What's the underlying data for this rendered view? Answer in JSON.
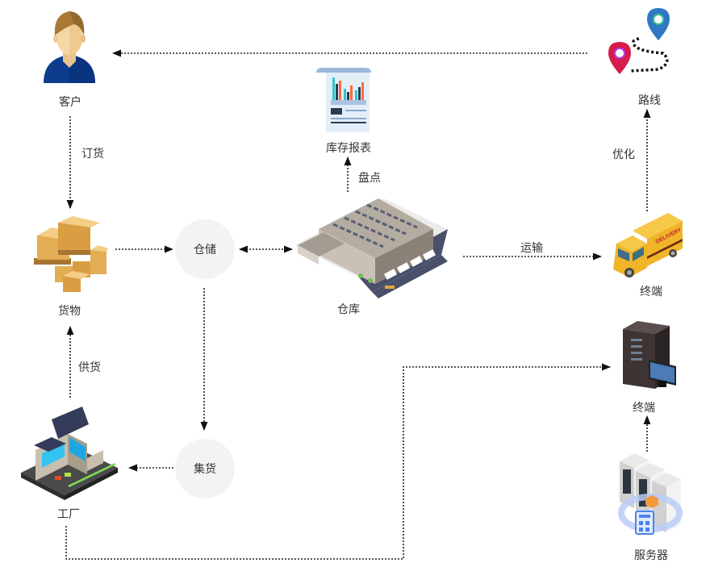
{
  "nodes": {
    "customer": {
      "label": "客户",
      "icon": "customer-person-icon"
    },
    "report": {
      "label": "库存报表",
      "icon": "inventory-report-icon"
    },
    "route": {
      "label": "路线",
      "icon": "route-map-pins-icon"
    },
    "goods": {
      "label": "货物",
      "icon": "cardboard-boxes-icon"
    },
    "storage": {
      "label": "仓储"
    },
    "warehouse": {
      "label": "仓库",
      "icon": "warehouse-building-icon"
    },
    "truck_terminal": {
      "label": "终端",
      "icon": "delivery-truck-icon"
    },
    "pc_terminal": {
      "label": "终端",
      "icon": "desktop-computer-icon"
    },
    "factory": {
      "label": "工厂",
      "icon": "factory-building-icon"
    },
    "collect": {
      "label": "集货"
    },
    "server": {
      "label": "服务器",
      "icon": "cloud-server-icon"
    }
  },
  "edges": {
    "order": "订货",
    "inventory_check": "盘点",
    "optimize": "优化",
    "transport": "运输",
    "supply": "供货"
  },
  "truck_text": "DELIVERY",
  "colors": {
    "edge": "#222222",
    "circle_fill": "#f3f3f3",
    "pin_red": "#d81b4a",
    "pin_blue": "#2f78c4",
    "box": "#e3ad55",
    "truck": "#f0b429",
    "shirt": "#0d3c8c"
  }
}
